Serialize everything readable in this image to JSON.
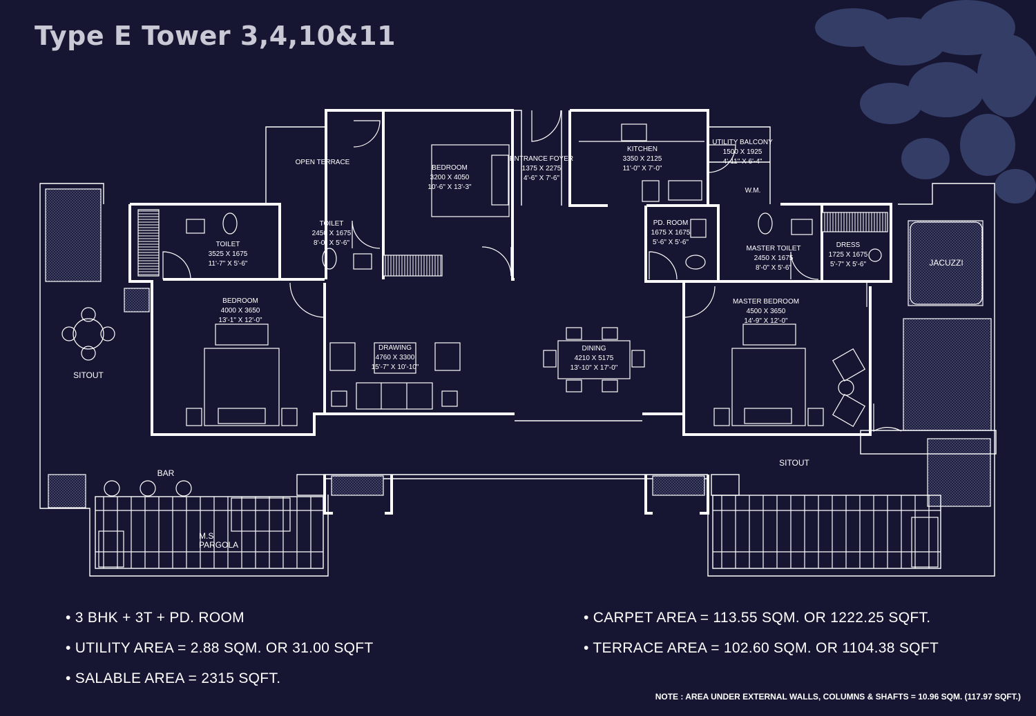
{
  "title": "Type E Tower 3,4,10&11",
  "rooms": {
    "open_terrace": "OPEN TERRACE",
    "bedroom_top": [
      "BEDROOM",
      "3200 X 4050",
      "10'-6\" X 13'-3\""
    ],
    "entrance_foyer": [
      "ENTRANCE FOYER",
      "1375 X 2275",
      "4'-6\" X 7'-6\""
    ],
    "kitchen": [
      "KITCHEN",
      "3350 X 2125",
      "11'-0\" X 7'-0\""
    ],
    "utility_balcony": [
      "UTILITY BALCONY",
      "1500 X 1925",
      "4'-11\" X 6'-4\""
    ],
    "wm": "W.M.",
    "toilet_left": [
      "TOILET",
      "3525 X 1675",
      "11'-7\" X 5'-6\""
    ],
    "toilet_mid": [
      "TOILET",
      "2450 X 1675",
      "8'-0\" X 5'-6\""
    ],
    "pd_room": [
      "PD. ROOM",
      "1675 X 1675",
      "5'-6\" X 5'-6\""
    ],
    "master_toilet": [
      "MASTER TOILET",
      "2450 X 1675",
      "8'-0\" X 5'-6\""
    ],
    "dress": [
      "DRESS",
      "1725 X 1675",
      "5'-7\" X 5'-6\""
    ],
    "jacuzzi": "JACUZZI",
    "bedroom_left": [
      "BEDROOM",
      "4000 X 3650",
      "13'-1\" X 12'-0\""
    ],
    "drawing": [
      "DRAWING",
      "4760 X 3300",
      "15'-7\" X 10'-10\""
    ],
    "dining": [
      "DINING",
      "4210 X 5175",
      "13'-10\" X 17'-0\""
    ],
    "master_bedroom": [
      "MASTER BEDROOM",
      "4500 X 3650",
      "14'-9\" X 12'-0\""
    ],
    "sitout_left": "SITOUT",
    "sitout_right": "SITOUT",
    "bar": "BAR",
    "pergola": [
      "M.S",
      "PARGOLA"
    ]
  },
  "specs_left": [
    "• 3 BHK + 3T + PD. ROOM",
    "• UTILITY AREA = 2.88 SQM. OR 31.00 SQFT",
    "• SALABLE AREA = 2315 SQFT."
  ],
  "specs_right": [
    "• CARPET AREA = 113.55 SQM. OR 1222.25 SQFT.",
    "• TERRACE AREA = 102.60 SQM. OR 1104.38 SQFT"
  ],
  "note": "NOTE : AREA UNDER EXTERNAL WALLS, COLUMNS & SHAFTS = 10.96 SQM. (117.97 SQFT.)",
  "colors": {
    "background": "#161633",
    "lines": "#ffffff",
    "title": "#c9c9d6",
    "foliage": "#3a4470"
  }
}
